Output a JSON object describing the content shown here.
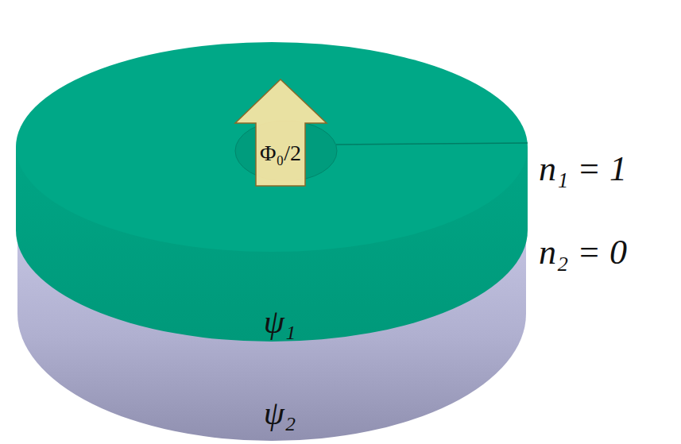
{
  "diagram": {
    "nodes": [
      {
        "text": [
          "ψ₁"
        ]
      },
      {
        "text": [
          "ψ₂"
        ]
      },
      {
        "text": [
          "Φ₀/2"
        ],
        "in": 0
      }
    ],
    "labels": [
      "n₁ = 1",
      "n₂ = 0"
    ]
  }
}
